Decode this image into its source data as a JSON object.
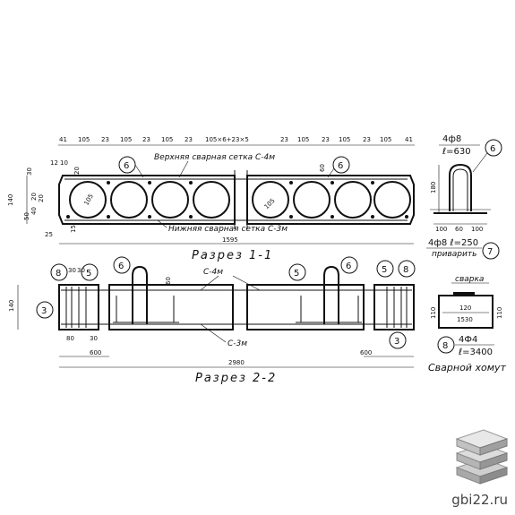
{
  "section_1": {
    "title": "Разрез 1-1",
    "top_mesh_label": "Верхняя сварная сетка С-4м",
    "bottom_mesh_label": "Нижняя сварная сетка С-3м",
    "top_dims": [
      "41",
      "105",
      "23",
      "105",
      "23",
      "105",
      "23",
      "105×6+23×5",
      "23",
      "105",
      "23",
      "105",
      "23",
      "105",
      "41"
    ],
    "left_dims": [
      "30",
      "12",
      "140",
      "10",
      "20",
      "50",
      "40",
      "20",
      "25",
      "15"
    ],
    "void_label": "105",
    "overall_length": "1595",
    "small_dims": [
      "60",
      "20"
    ],
    "callouts": [
      "6",
      "6"
    ]
  },
  "section_2": {
    "title": "Разрез 2-2",
    "mesh_top": "С-4м",
    "mesh_bottom": "С-3м",
    "height": "140",
    "dims_left": [
      "30",
      "30",
      "80",
      "30"
    ],
    "end_len": "600",
    "overall_length": "2980",
    "dim_60": "60",
    "callouts": [
      "8",
      "5",
      "6",
      "3",
      "5",
      "6",
      "5",
      "8",
      "3"
    ]
  },
  "bar_detail": {
    "callout_top": "6",
    "spec_top_1": "4ф8",
    "spec_top_2": "ℓ=630",
    "height": "180",
    "dims": [
      "100",
      "60",
      "100"
    ],
    "spec_bottom_1": "4ф8 ℓ=250",
    "spec_bottom_2": "приварить",
    "callout_bottom": "7"
  },
  "stirrup_detail": {
    "weld_label": "сварка",
    "width": "120",
    "side": "110",
    "side_right": "110",
    "length": "1530",
    "callout": "8",
    "spec_1": "4Ф4",
    "spec_2": "ℓ=3400",
    "caption": "Сварной хомут"
  },
  "watermark": "gbi22.ru"
}
